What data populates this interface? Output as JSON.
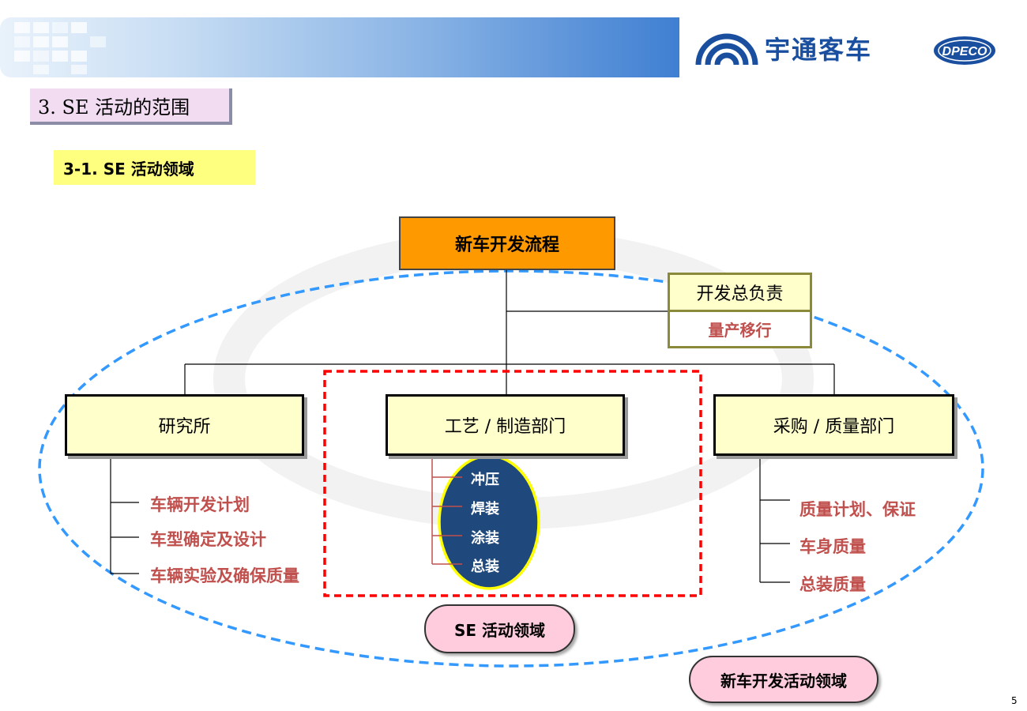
{
  "header": {
    "company_name": "宇通客车",
    "partner_logo_text": "DPECO"
  },
  "section_title": "3. SE 活动的范围",
  "subsection_title": "3-1. SE 活动领域",
  "diagram": {
    "root": "新车开发流程",
    "lead": {
      "title": "开发总负责",
      "task": "量产移行"
    },
    "departments": [
      {
        "name": "研究所",
        "items": [
          "车辆开发计划",
          "车型确定及设计",
          "车辆实验及确保质量"
        ]
      },
      {
        "name": "工艺 / 制造部门",
        "items": [
          "冲压",
          "焊装",
          "涂装",
          "总装"
        ]
      },
      {
        "name": "采购 / 质量部门",
        "items": [
          "质量计划、保证",
          "车身质量",
          "总装质量"
        ]
      }
    ],
    "se_area_label": "SE  活动领域",
    "new_car_area_label": "新车开发活动领域"
  },
  "colors": {
    "orange": "#ff9900",
    "red_text": "#c0504d",
    "oval_fill": "#1f497d",
    "dashed_blue": "#3399ff",
    "dashed_red": "#ff0000"
  },
  "page_number": "5"
}
